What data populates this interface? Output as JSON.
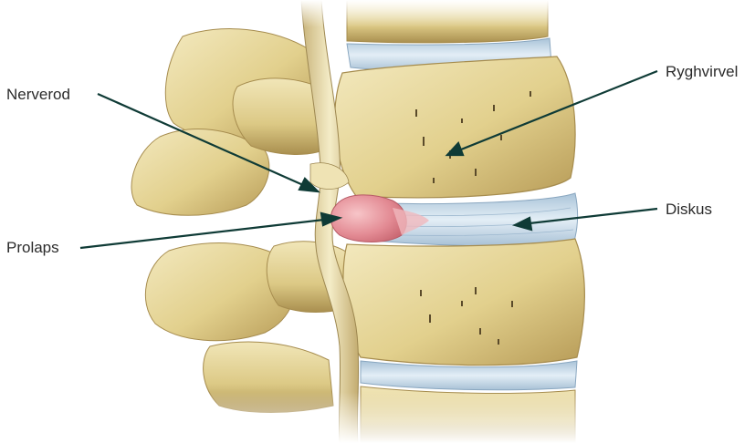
{
  "labels": {
    "nerverod": "Nerverod",
    "prolaps": "Prolaps",
    "ryghvirvel": "Ryghvirvel",
    "diskus": "Diskus"
  },
  "colors": {
    "bone": "#e4d493",
    "bone_shadow": "#b99e5a",
    "bone_highlight": "#f5ecc5",
    "disc": "#c9dbe8",
    "prolapse": "#e7929a",
    "leader": "#0f3b36"
  }
}
